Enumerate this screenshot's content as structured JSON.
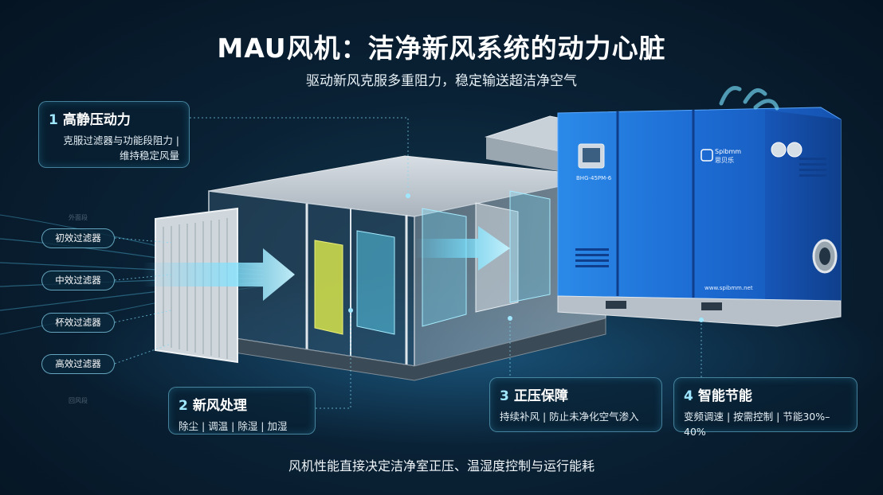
{
  "header": {
    "title": "MAU风机：洁净新风系统的动力心脏",
    "subtitle": "驱动新风克服多重阻力，稳定输送超洁净空气"
  },
  "cards": {
    "static_pressure": {
      "number": "1",
      "title": "高静压动力",
      "desc_line1": "克服过滤器与功能段阻力 |",
      "desc_line2": "维持稳定风量"
    },
    "air_treatment": {
      "number": "2",
      "title": "新风处理",
      "desc": "除尘 | 调温 | 除湿 | 加湿"
    },
    "positive_pressure": {
      "number": "3",
      "title": "正压保障",
      "desc": "持续补风 | 防止未净化空气渗入"
    },
    "energy_saving": {
      "number": "4",
      "title": "智能节能",
      "desc": "变频调速 | 按需控制 | 节能30%–40%"
    }
  },
  "filters": [
    "初效过滤器",
    "中效过滤器",
    "杯效过滤器",
    "高效过滤器"
  ],
  "faint_labels": {
    "top": "外面段",
    "bottom": "回风段"
  },
  "fan": {
    "brand": "Spibmm",
    "brand_cn": "思贝乐",
    "model": "BHG-45PM-6",
    "website": "www.spibmm.net"
  },
  "footer": {
    "text": "风机性能直接决定洁净室正压、温湿度控制与运行能耗"
  },
  "colors": {
    "accent": "#3aa8ff",
    "fan_blue": "#1f6fd6",
    "glow": "#5fd6ff",
    "background": "#0a2236"
  }
}
